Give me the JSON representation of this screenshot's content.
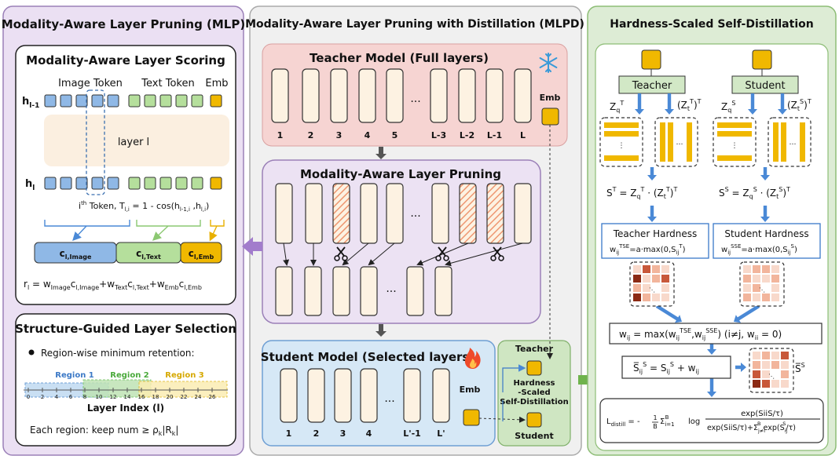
{
  "mlp": {
    "title": "Modality-Aware Layer Pruning (MLP)",
    "scoring": {
      "title": "Modality-Aware Layer Scoring",
      "image_token": "Image Token",
      "text_token": "Text Token",
      "emb": "Emb",
      "h_prev": "h",
      "h_prev_sub": "l-1",
      "layer": "layer l",
      "h_cur": "h",
      "h_cur_sub": "l",
      "token_formula_sup": "th",
      "token_formula_i": "i",
      "token_formula_a": " Token, T",
      "token_formula_sub1": "l,i",
      "token_formula_b": " = 1 - cos(h",
      "token_formula_sub2": "l-1,i",
      "token_formula_c": " ,h",
      "token_formula_sub3": "l,i",
      "token_formula_d": ")",
      "c_image": "c",
      "c_image_sub": "l,Image",
      "c_text": "c",
      "c_text_sub": "l,Text",
      "c_emb": "c",
      "c_emb_sub": "l,Emb",
      "r_formula": {
        "r": "r",
        "r_sub": "l",
        "eq": " = w",
        "w1_sub": "Image",
        "c1": "c",
        "c1_sub": "l,Image",
        "plus1": "+w",
        "w2_sub": "Text",
        "c2": "c",
        "c2_sub": "l,Text",
        "plus2": "+w",
        "w3_sub": "Emb",
        "c3": "c",
        "c3_sub": "l,Emb"
      }
    },
    "selection": {
      "title": "Structure-Guided Layer Selection",
      "bullet": "Region-wise minimum retention:",
      "region1": "Region 1",
      "region2": "Region 2",
      "region3": "Region 3",
      "ticks": [
        "0",
        "2",
        "4",
        "6",
        "8",
        "10",
        "12",
        "14",
        "16",
        "18",
        "20",
        "22",
        "24",
        "26"
      ],
      "axis_label": "Layer Index (l)",
      "keep_a": "Each region: keep num  ≥ ρ",
      "keep_sub": "k",
      "keep_b": "|R",
      "keep_sub2": "k",
      "keep_c": "|"
    }
  },
  "mlpd": {
    "title": "Modality-Aware Layer Pruning with Distillation (MLPD)",
    "teacher": {
      "title": "Teacher Model (Full layers)",
      "labels": [
        "1",
        "2",
        "3",
        "4",
        "5",
        "L-3",
        "L-2",
        "L-1",
        "L"
      ],
      "dots": "...",
      "emb": "Emb"
    },
    "pruning": {
      "title": "Modality-Aware Layer Pruning",
      "dots": "..."
    },
    "student": {
      "title": "Student Model (Selected layers)",
      "labels": [
        "1",
        "2",
        "3",
        "4",
        "L'-1",
        "L'"
      ],
      "dots": "...",
      "emb": "Emb"
    },
    "mini": {
      "teacher": "Teacher",
      "line1": "Hardness",
      "line2": "-Scaled",
      "line3": "Self-Distillation",
      "student": "Student"
    }
  },
  "hssd": {
    "title": "Hardness-Scaled Self-Distillation",
    "teacher": "Teacher",
    "student": "Student",
    "zq_t": "Z",
    "zq_t_sub": "q",
    "zq_t_sup": "T",
    "zt_t_a": "(Z",
    "zt_t_sub": "t",
    "zt_t_sup": "T",
    "zt_t_b": ")",
    "zt_t_sup2": "T",
    "zq_s": "Z",
    "zq_s_sub": "q",
    "zq_s_sup": "S",
    "zt_s_a": "(Z",
    "zt_s_sub": "t",
    "zt_s_sup": "S",
    "zt_s_b": ")",
    "zt_s_sup2": "T",
    "st_formula": {
      "s": "S",
      "sup": "T",
      "eq": " = Z",
      "sub": "q",
      "sup2": "T",
      "mid": " · (Z",
      "sub2": "t",
      "sup3": "T",
      "end": ")",
      "sup4": "T"
    },
    "ss_formula": {
      "s": "S",
      "sup": "S",
      "eq": " = Z",
      "sub": "q",
      "sup2": "S",
      "mid": " · (Z",
      "sub2": "t",
      "sup3": "S",
      "end": ")",
      "sup4": "T"
    },
    "teacher_hardness": "Teacher Hardness",
    "teacher_hardness_formula": {
      "w": "w",
      "sub": "ij",
      "sup": "TSE",
      "eq": "=a·max(0,S",
      "sub2": "ij",
      "sup2": "T",
      "end": ")"
    },
    "student_hardness": "Student Hardness",
    "student_hardness_formula": {
      "w": "w",
      "sub": "ij",
      "sup": "SSE",
      "eq": "=a·max(0,S",
      "sub2": "ij",
      "sup2": "S",
      "end": ")"
    },
    "wij_formula": {
      "w": "w",
      "sub": "ij",
      "eq": " = max(w",
      "sub2": "ij",
      "sup2": "TSE",
      "comma": ",w",
      "sub3": "ij",
      "sup3": "SSE",
      "mid": ") (i≠j, w",
      "sub4": "ii",
      "end": " = 0)"
    },
    "sbar_formula": {
      "s": "S̅",
      "sub": "ij",
      "sup": "S",
      "eq": " = S",
      "sub2": "ij",
      "sup2": "S",
      "end": " + w",
      "sub3": "ij"
    },
    "sbar_label": "S̅",
    "sbar_label_sup": "S",
    "loss": {
      "l": "L",
      "l_sub": "distill",
      "eq": " = -",
      "one": "1",
      "b": "B",
      "sum1": "Σ",
      "sum1_sub": "i=1",
      "sum1_sup": "B",
      "log": "log",
      "num": "exp(SiiS/τ)",
      "den_a": "exp(SiiS/τ)+",
      "sum2": "Σ",
      "sum2_sub": "j≠i",
      "sum2_sup": "B",
      "den_b": " exp(S",
      "den_sub": "ij",
      "den_sup": "S",
      "den_c": "/τ)"
    }
  },
  "colors": {
    "left_bg": "#ebe0f3",
    "mid_bg": "#f0f0f0",
    "right_bg": "#ddecd5",
    "teacher_bg": "#f6d4d2",
    "pruning_bg": "#ece2f3",
    "student_bg": "#d6e8f6",
    "layer_fill": "#fdf2e2",
    "gold": "#f0b800",
    "image_token": "#8fb8e6",
    "text_token": "#b5df9c",
    "hatch": "#f2a27c"
  },
  "icons": {
    "snowflake": "snowflake-icon",
    "fire": "fire-icon",
    "scissors": "scissors-icon"
  }
}
